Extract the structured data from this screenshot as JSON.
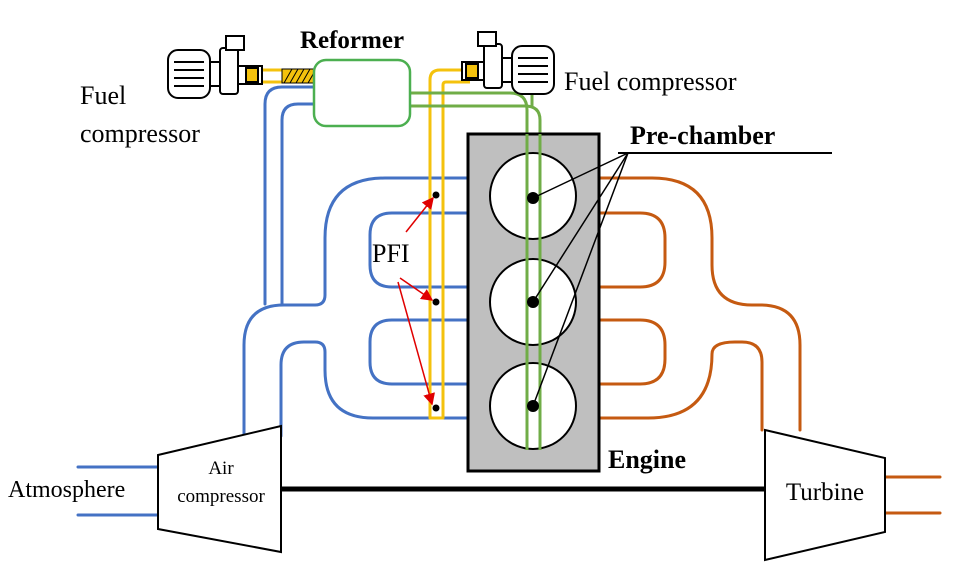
{
  "labels": {
    "reformer": "Reformer",
    "fuel_compressor_left_line1": "Fuel",
    "fuel_compressor_left_line2": "compressor",
    "fuel_compressor_right": "Fuel compressor",
    "pre_chamber": "Pre-chamber",
    "pfi": "PFI",
    "engine": "Engine",
    "atmosphere": "Atmosphere",
    "air_compressor_line1": "Air",
    "air_compressor_line2": "compressor",
    "turbine": "Turbine"
  },
  "colors": {
    "air_line": "#4472c4",
    "exhaust_line": "#c55a11",
    "fuel_line": "#f4c20d",
    "reformed_fuel_line": "#70ad47",
    "engine_block": "#bfbfbf",
    "pfi_arrow": "#e00000",
    "outline": "#000000"
  }
}
